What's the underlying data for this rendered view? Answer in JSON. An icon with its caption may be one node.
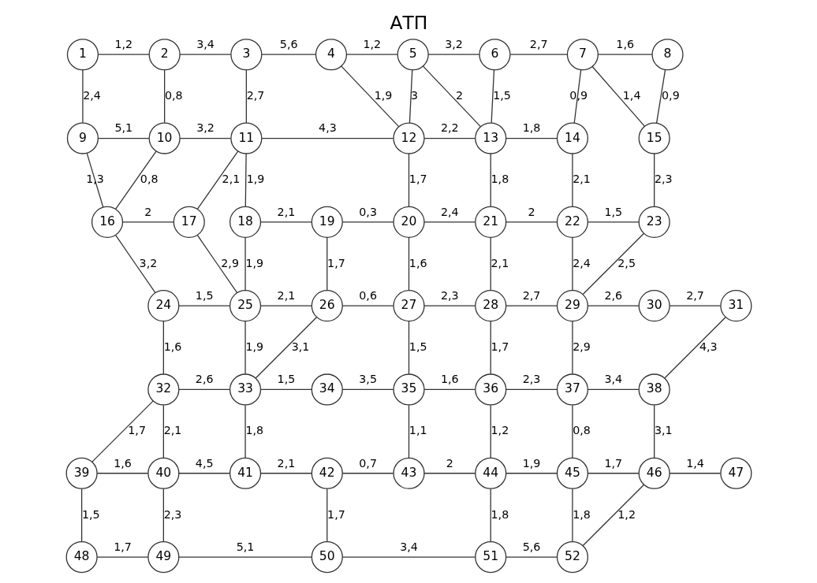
{
  "diagram": {
    "title": "АТП",
    "nodes": [
      {
        "text": [
          "1"
        ]
      },
      {
        "text": [
          "2"
        ]
      },
      {
        "text": [
          "3"
        ]
      },
      {
        "text": [
          "4"
        ]
      },
      {
        "text": [
          "5"
        ]
      },
      {
        "text": [
          "6"
        ]
      },
      {
        "text": [
          "7"
        ]
      },
      {
        "text": [
          "8"
        ]
      },
      {
        "text": [
          "9"
        ]
      },
      {
        "text": [
          "10"
        ]
      },
      {
        "text": [
          "11"
        ]
      },
      {
        "text": [
          "12"
        ]
      },
      {
        "text": [
          "13"
        ]
      },
      {
        "text": [
          "14"
        ]
      },
      {
        "text": [
          "15"
        ]
      },
      {
        "text": [
          "16"
        ]
      },
      {
        "text": [
          "17"
        ]
      },
      {
        "text": [
          "18"
        ]
      },
      {
        "text": [
          "19"
        ]
      },
      {
        "text": [
          "20"
        ]
      },
      {
        "text": [
          "21"
        ]
      },
      {
        "text": [
          "22"
        ]
      },
      {
        "text": [
          "23"
        ]
      },
      {
        "text": [
          "24"
        ]
      },
      {
        "text": [
          "25"
        ]
      },
      {
        "text": [
          "26"
        ]
      },
      {
        "text": [
          "27"
        ]
      },
      {
        "text": [
          "28"
        ]
      },
      {
        "text": [
          "29"
        ]
      },
      {
        "text": [
          "30"
        ]
      },
      {
        "text": [
          "31"
        ]
      },
      {
        "text": [
          "32"
        ]
      },
      {
        "text": [
          "33"
        ]
      },
      {
        "text": [
          "34"
        ]
      },
      {
        "text": [
          "35"
        ]
      },
      {
        "text": [
          "36"
        ]
      },
      {
        "text": [
          "37"
        ]
      },
      {
        "text": [
          "38"
        ]
      },
      {
        "text": [
          "39"
        ]
      },
      {
        "text": [
          "40"
        ]
      },
      {
        "text": [
          "41"
        ]
      },
      {
        "text": [
          "42"
        ]
      },
      {
        "text": [
          "43"
        ]
      },
      {
        "text": [
          "44"
        ]
      },
      {
        "text": [
          "45"
        ]
      },
      {
        "text": [
          "46"
        ]
      },
      {
        "text": [
          "47"
        ]
      },
      {
        "text": [
          "48"
        ]
      },
      {
        "text": [
          "49"
        ]
      },
      {
        "text": [
          "50"
        ]
      },
      {
        "text": [
          "51"
        ]
      },
      {
        "text": [
          "52"
        ]
      }
    ],
    "edges": [
      {
        "from": 0,
        "to": 1,
        "arrow": "none",
        "label": "1,2"
      },
      {
        "from": 1,
        "to": 2,
        "arrow": "none",
        "label": "3,4"
      },
      {
        "from": 2,
        "to": 3,
        "arrow": "none",
        "label": "5,6"
      },
      {
        "from": 3,
        "to": 4,
        "arrow": "none",
        "label": "1,2"
      },
      {
        "from": 4,
        "to": 5,
        "arrow": "none",
        "label": "3,2"
      },
      {
        "from": 5,
        "to": 6,
        "arrow": "none",
        "label": "2,7"
      },
      {
        "from": 6,
        "to": 7,
        "arrow": "none",
        "label": "1,6"
      },
      {
        "from": 0,
        "to": 8,
        "arrow": "none",
        "label": "2,4"
      },
      {
        "from": 1,
        "to": 9,
        "arrow": "none",
        "label": "0,8"
      },
      {
        "from": 2,
        "to": 10,
        "arrow": "none",
        "label": "2,7"
      },
      {
        "from": 3,
        "to": 11,
        "arrow": "none",
        "label": "1,9"
      },
      {
        "from": 4,
        "to": 11,
        "arrow": "none",
        "label": "3"
      },
      {
        "from": 4,
        "to": 12,
        "arrow": "none",
        "label": "2"
      },
      {
        "from": 5,
        "to": 12,
        "arrow": "none",
        "label": "1,5"
      },
      {
        "from": 6,
        "to": 13,
        "arrow": "none",
        "label": "0,9"
      },
      {
        "from": 6,
        "to": 14,
        "arrow": "none",
        "label": "1,4"
      },
      {
        "from": 7,
        "to": 14,
        "arrow": "none",
        "label": "0,9"
      },
      {
        "from": 8,
        "to": 9,
        "arrow": "none",
        "label": "5,1"
      },
      {
        "from": 9,
        "to": 10,
        "arrow": "none",
        "label": "3,2"
      },
      {
        "from": 10,
        "to": 11,
        "arrow": "none",
        "label": "4,3"
      },
      {
        "from": 11,
        "to": 12,
        "arrow": "none",
        "label": "2,2"
      },
      {
        "from": 12,
        "to": 13,
        "arrow": "none",
        "label": "1,8"
      },
      {
        "from": 8,
        "to": 15,
        "arrow": "none",
        "label": "1,3"
      },
      {
        "from": 9,
        "to": 15,
        "arrow": "none",
        "label": "0,8"
      },
      {
        "from": 10,
        "to": 16,
        "arrow": "none",
        "label": "2,1"
      },
      {
        "from": 10,
        "to": 17,
        "arrow": "none",
        "label": "1,9"
      },
      {
        "from": 11,
        "to": 19,
        "arrow": "none",
        "label": "1,7"
      },
      {
        "from": 12,
        "to": 20,
        "arrow": "none",
        "label": "1,8"
      },
      {
        "from": 13,
        "to": 21,
        "arrow": "none",
        "label": "2,1"
      },
      {
        "from": 14,
        "to": 22,
        "arrow": "none",
        "label": "2,3"
      },
      {
        "from": 15,
        "to": 16,
        "arrow": "none",
        "label": "2"
      },
      {
        "from": 17,
        "to": 18,
        "arrow": "none",
        "label": "2,1"
      },
      {
        "from": 18,
        "to": 19,
        "arrow": "none",
        "label": "0,3"
      },
      {
        "from": 19,
        "to": 20,
        "arrow": "none",
        "label": "2,4"
      },
      {
        "from": 20,
        "to": 21,
        "arrow": "none",
        "label": "2"
      },
      {
        "from": 21,
        "to": 22,
        "arrow": "none",
        "label": "1,5"
      },
      {
        "from": 15,
        "to": 23,
        "arrow": "none",
        "label": "3,2"
      },
      {
        "from": 16,
        "to": 24,
        "arrow": "none",
        "label": "2,9"
      },
      {
        "from": 17,
        "to": 24,
        "arrow": "none",
        "label": "1,9"
      },
      {
        "from": 18,
        "to": 25,
        "arrow": "none",
        "label": "1,7"
      },
      {
        "from": 19,
        "to": 26,
        "arrow": "none",
        "label": "1,6"
      },
      {
        "from": 20,
        "to": 27,
        "arrow": "none",
        "label": "2,1"
      },
      {
        "from": 21,
        "to": 28,
        "arrow": "none",
        "label": "2,4"
      },
      {
        "from": 22,
        "to": 28,
        "arrow": "none",
        "label": "2,5"
      },
      {
        "from": 23,
        "to": 24,
        "arrow": "none",
        "label": "1,5"
      },
      {
        "from": 24,
        "to": 25,
        "arrow": "none",
        "label": "2,1"
      },
      {
        "from": 25,
        "to": 26,
        "arrow": "none",
        "label": "0,6"
      },
      {
        "from": 26,
        "to": 27,
        "arrow": "none",
        "label": "2,3"
      },
      {
        "from": 27,
        "to": 28,
        "arrow": "none",
        "label": "2,7"
      },
      {
        "from": 28,
        "to": 29,
        "arrow": "none",
        "label": "2,6"
      },
      {
        "from": 29,
        "to": 30,
        "arrow": "none",
        "label": "2,7"
      },
      {
        "from": 23,
        "to": 31,
        "arrow": "none",
        "label": "1,6"
      },
      {
        "from": 24,
        "to": 32,
        "arrow": "none",
        "label": "1,9"
      },
      {
        "from": 25,
        "to": 32,
        "arrow": "none",
        "label": "3,1"
      },
      {
        "from": 26,
        "to": 34,
        "arrow": "none",
        "label": "1,5"
      },
      {
        "from": 27,
        "to": 35,
        "arrow": "none",
        "label": "1,7"
      },
      {
        "from": 28,
        "to": 36,
        "arrow": "none",
        "label": "2,9"
      },
      {
        "from": 30,
        "to": 37,
        "arrow": "none",
        "label": "4,3"
      },
      {
        "from": 31,
        "to": 32,
        "arrow": "none",
        "label": "2,6"
      },
      {
        "from": 32,
        "to": 33,
        "arrow": "none",
        "label": "1,5"
      },
      {
        "from": 33,
        "to": 34,
        "arrow": "none",
        "label": "3,5"
      },
      {
        "from": 34,
        "to": 35,
        "arrow": "none",
        "label": "1,6"
      },
      {
        "from": 35,
        "to": 36,
        "arrow": "none",
        "label": "2,3"
      },
      {
        "from": 36,
        "to": 37,
        "arrow": "none",
        "label": "3,4"
      },
      {
        "from": 31,
        "to": 38,
        "arrow": "none",
        "label": "1,7"
      },
      {
        "from": 31,
        "to": 39,
        "arrow": "none",
        "label": "2,1"
      },
      {
        "from": 32,
        "to": 40,
        "arrow": "none",
        "label": "1,8"
      },
      {
        "from": 34,
        "to": 42,
        "arrow": "none",
        "label": "1,1"
      },
      {
        "from": 35,
        "to": 43,
        "arrow": "none",
        "label": "1,2"
      },
      {
        "from": 36,
        "to": 44,
        "arrow": "none",
        "label": "0,8"
      },
      {
        "from": 37,
        "to": 45,
        "arrow": "none",
        "label": "3,1"
      },
      {
        "from": 38,
        "to": 39,
        "arrow": "none",
        "label": "1,6"
      },
      {
        "from": 39,
        "to": 40,
        "arrow": "none",
        "label": "4,5"
      },
      {
        "from": 40,
        "to": 41,
        "arrow": "none",
        "label": "2,1"
      },
      {
        "from": 41,
        "to": 42,
        "arrow": "none",
        "label": "0,7"
      },
      {
        "from": 42,
        "to": 43,
        "arrow": "none",
        "label": "2"
      },
      {
        "from": 43,
        "to": 44,
        "arrow": "none",
        "label": "1,9"
      },
      {
        "from": 44,
        "to": 45,
        "arrow": "none",
        "label": "1,7"
      },
      {
        "from": 45,
        "to": 46,
        "arrow": "none",
        "label": "1,4"
      },
      {
        "from": 38,
        "to": 47,
        "arrow": "none",
        "label": "1,5"
      },
      {
        "from": 39,
        "to": 48,
        "arrow": "none",
        "label": "2,3"
      },
      {
        "from": 41,
        "to": 49,
        "arrow": "none",
        "label": "1,7"
      },
      {
        "from": 43,
        "to": 50,
        "arrow": "none",
        "label": "1,8"
      },
      {
        "from": 44,
        "to": 51,
        "arrow": "none",
        "label": "1,8"
      },
      {
        "from": 45,
        "to": 51,
        "arrow": "none",
        "label": "1,2"
      },
      {
        "from": 47,
        "to": 48,
        "arrow": "none",
        "label": "1,7"
      },
      {
        "from": 48,
        "to": 49,
        "arrow": "none",
        "label": "5,1"
      },
      {
        "from": 49,
        "to": 50,
        "arrow": "none",
        "label": "3,4"
      },
      {
        "from": 50,
        "to": 51,
        "arrow": "none",
        "label": "5,6"
      }
    ]
  }
}
